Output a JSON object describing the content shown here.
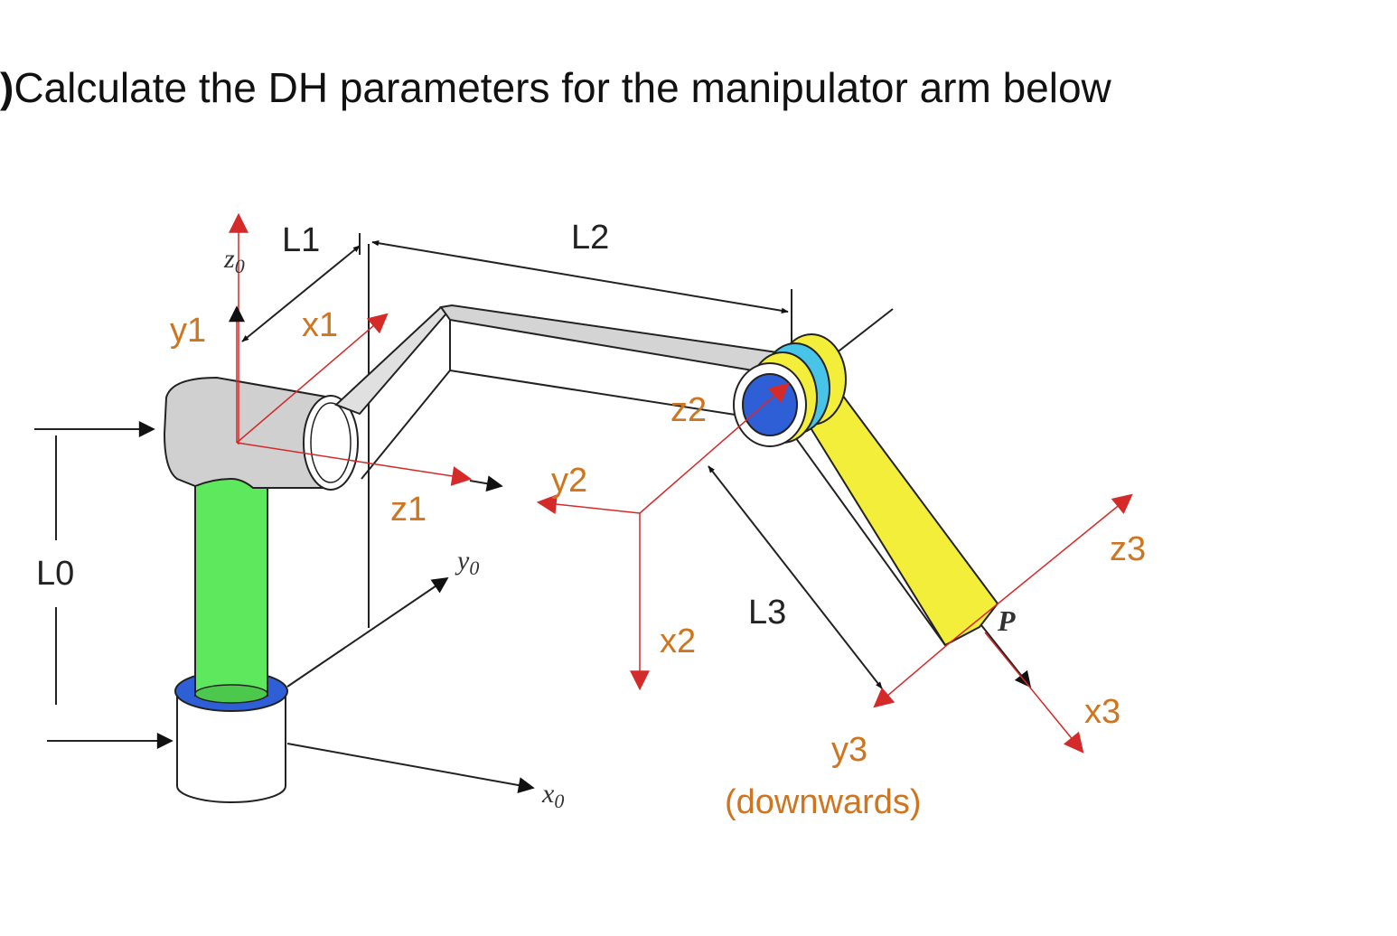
{
  "question": {
    "bullet": ")",
    "text": "Calculate the DH parameters for the manipulator arm below"
  },
  "labels": {
    "L0": "L0",
    "L1": "L1",
    "L2": "L2",
    "L3": "L3",
    "z0": "z",
    "z0_sub": "0",
    "y0": "y",
    "y0_sub": "0",
    "x0": "x",
    "x0_sub": "0",
    "y1": "y1",
    "x1": "x1",
    "z1": "z1",
    "z2": "z2",
    "y2": "y2",
    "x2": "x2",
    "z3": "z3",
    "x3": "x3",
    "y3": "y3",
    "y3_note": "(downwards)",
    "P": "P"
  },
  "colors": {
    "axis_red": "#d42a2a",
    "label_orange": "#d0751f",
    "column_green": "#5ee85e",
    "link_gray": "#d0d0d0",
    "link3_yellow": "#f3ee3a",
    "joint_blue": "#2f5fd6",
    "joint_cyan": "#48c4e8"
  }
}
